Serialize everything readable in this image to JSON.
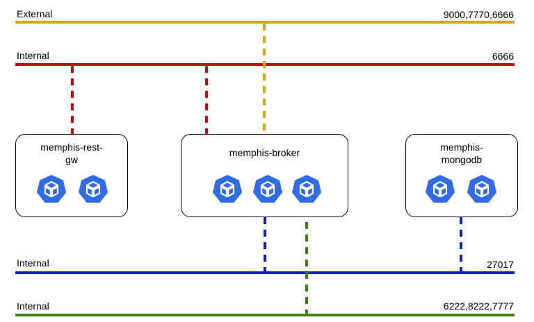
{
  "networks": [
    {
      "id": "external",
      "label": "External",
      "ports": "9000,7770,6666",
      "color": "#D9A41E"
    },
    {
      "id": "internal-1",
      "label": "Internal",
      "ports": "6666",
      "color": "#B70F0F"
    },
    {
      "id": "internal-2",
      "label": "Internal",
      "ports": "27017",
      "color": "#1124A8"
    },
    {
      "id": "internal-3",
      "label": "Internal",
      "ports": "6222,8222,7777",
      "color": "#3F7F19"
    }
  ],
  "services": [
    {
      "id": "rest-gw",
      "name": "memphis-rest-\ngw",
      "pods": 2
    },
    {
      "id": "broker",
      "name": "memphis-broker",
      "pods": 3
    },
    {
      "id": "mongodb",
      "name": "memphis-\nmongodb",
      "pods": 2
    }
  ],
  "icons": {
    "pod": "kubernetes-pod-icon"
  },
  "colors": {
    "pod": "#326CE5",
    "pod_outline": "#ffffff",
    "box_border": "#000000"
  }
}
